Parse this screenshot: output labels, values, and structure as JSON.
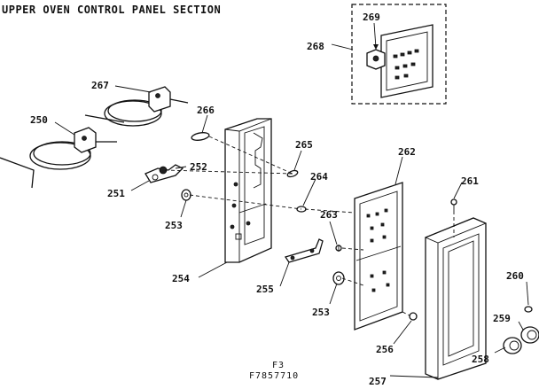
{
  "title": "UPPER OVEN CONTROL PANEL SECTION",
  "figure_code": "F3",
  "part_number": "F7857710",
  "callouts": {
    "c250": "250",
    "c251": "251",
    "c252": "252",
    "c253a": "253",
    "c253b": "253",
    "c254": "254",
    "c255": "255",
    "c256": "256",
    "c257": "257",
    "c258": "258",
    "c259": "259",
    "c260": "260",
    "c261": "261",
    "c262": "262",
    "c263": "263",
    "c264": "264",
    "c265": "265",
    "c266": "266",
    "c267": "267",
    "c268": "268",
    "c269": "269"
  }
}
